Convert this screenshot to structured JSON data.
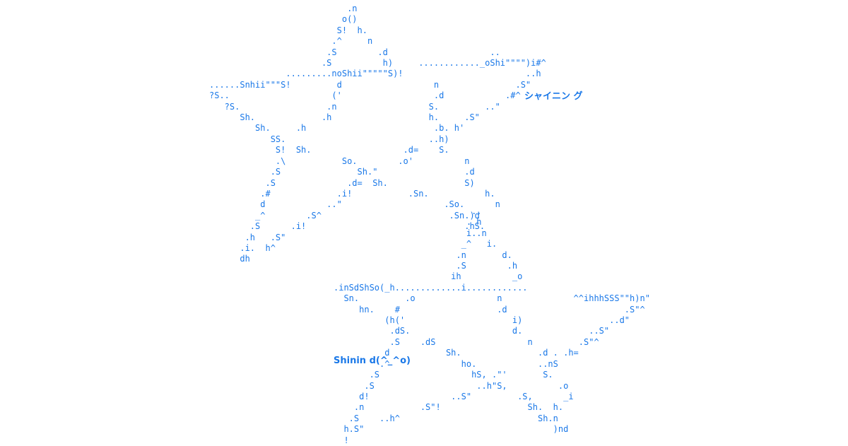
{
  "colors": {
    "background": "#ffffff",
    "text": "#1a78e8"
  },
  "captions": {
    "upper": "シャイニン グ",
    "lower": "Shinin d(^_^o)"
  },
  "art": {
    "upper_star": "                           .n\n                          o()\n                         S!  h.\n                        .^     n\n                       .S        .d                    ..\n                      .S          h)     ............_oShi\"\"\"\")i#^\n               .........noShii\"\"\"\"\"S)!                        ..h\n......Snhii\"\"\"S!         d                  n               .S\"\n?S..                    ('                  .d            .#^\n   ?S.                 .n                  S.         ..\"\n      Sh.             .h                   h.     .S\"\n         Sh.     .h                         .b. h'\n            SS.                            ..h)\n             S!  Sh.                  .d=    S.\n             .\\           So.        .o'          n\n            .S               Sh.\"                 .d\n           .S              .d=  Sh.               S)\n          .#             .i!           .Sn.           h.\n          d            ..\"                    .So.      n\n         _^        .S^                         .Sn.)d\n        .S      .i!                               .hS.\n       .h   .S\"\n      .i.  h^\n      dh",
    "lower_star": "                           ..\n                          . h\n                          i..n\n                         _^   i.\n                        .n       d.\n                        .S        .h\n                       ih          _o\n.inSdShSo(_h.............i............\n  Sn.         .o                n              ^^ihhhSSS\"\"h)n\"\n     hn.    #                   .d                       .S\"^\n          (h('                     i)                 ..d\"\n           .dS.                    d.             ..S\"\n           .S    .dS                  n         .S\"^\n          d           Sh.               .d . .h=\n         .^              ho.            ..nS\n       .S                  hS, .\"'       S.\n      .S                    ..h\"S,          .o\n     d!                ..S\"         .S,      _i\n    .n           .S\"!                 Sh.  h.\n   .S    ..h^                           Sh.n\n  h.S\"                                     )nd\n  !"
  }
}
